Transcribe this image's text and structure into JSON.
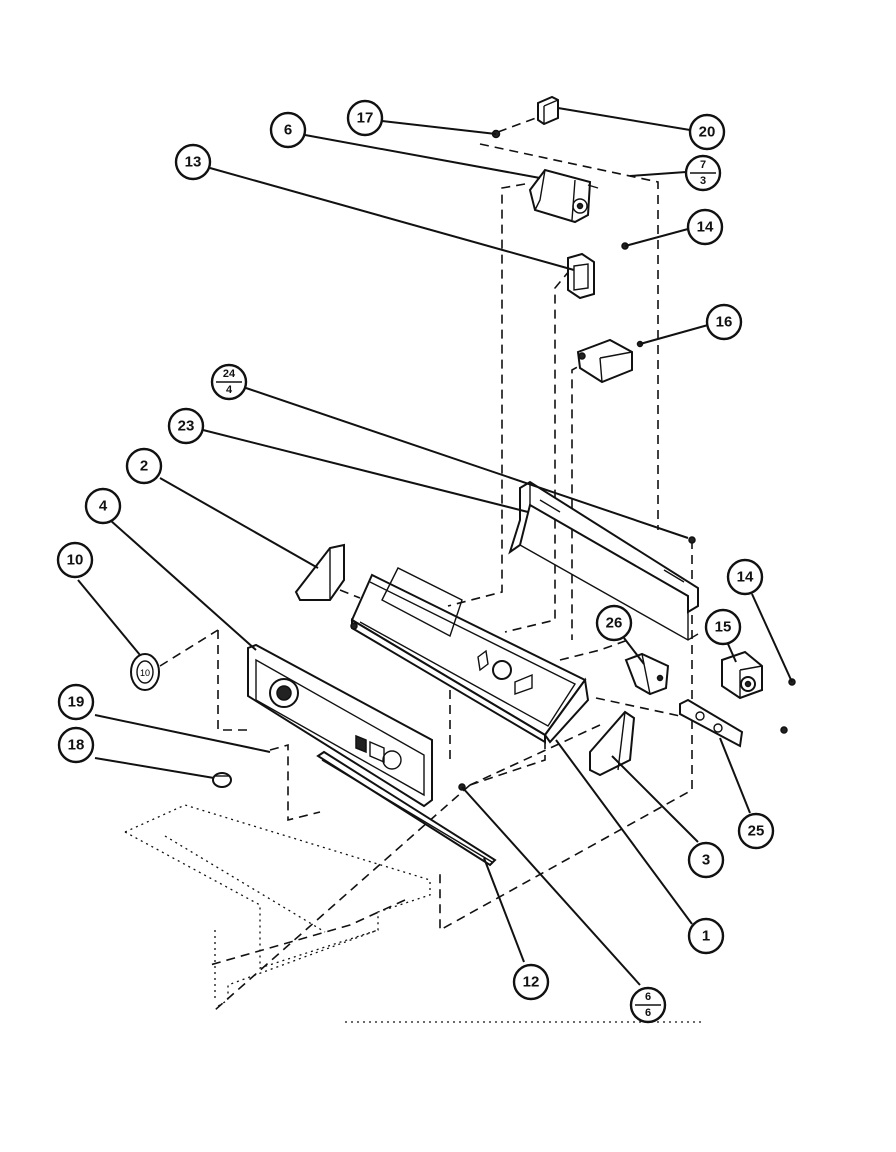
{
  "callouts": [
    {
      "id": "c17",
      "text": "17"
    },
    {
      "id": "c20",
      "text": "20"
    },
    {
      "id": "c6",
      "text": "6"
    },
    {
      "id": "c7-3",
      "num": "7",
      "den": "3"
    },
    {
      "id": "c13",
      "text": "13"
    },
    {
      "id": "c14a",
      "text": "14"
    },
    {
      "id": "c16",
      "text": "16"
    },
    {
      "id": "c24-4",
      "num": "24",
      "den": "4"
    },
    {
      "id": "c23",
      "text": "23"
    },
    {
      "id": "c2",
      "text": "2"
    },
    {
      "id": "c4",
      "text": "4"
    },
    {
      "id": "c10",
      "text": "10"
    },
    {
      "id": "c14b",
      "text": "14"
    },
    {
      "id": "c26",
      "text": "26"
    },
    {
      "id": "c15",
      "text": "15"
    },
    {
      "id": "c19",
      "text": "19"
    },
    {
      "id": "c18",
      "text": "18"
    },
    {
      "id": "c25",
      "text": "25"
    },
    {
      "id": "c3",
      "text": "3"
    },
    {
      "id": "c1",
      "text": "1"
    },
    {
      "id": "c12",
      "text": "12"
    },
    {
      "id": "c6-6",
      "num": "6",
      "den": "6"
    }
  ],
  "parts": {
    "knob_label": "10"
  }
}
